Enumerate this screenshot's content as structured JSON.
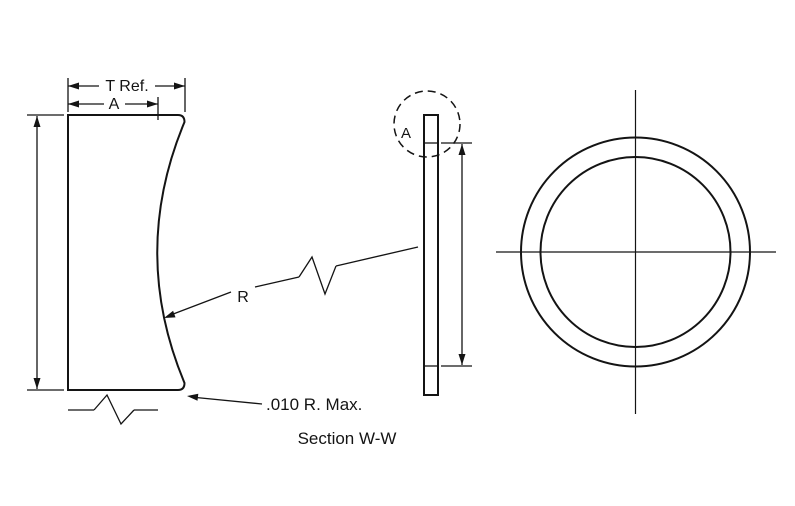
{
  "drawing": {
    "caption": "Section W-W",
    "labels": {
      "thickness_ref": "T Ref.",
      "dim_a": "A",
      "radius": "R",
      "corner_radius_note": ".010 R. Max.",
      "detail_marker": "A"
    },
    "colors": {
      "line": "#141414",
      "background": "#ffffff"
    }
  }
}
